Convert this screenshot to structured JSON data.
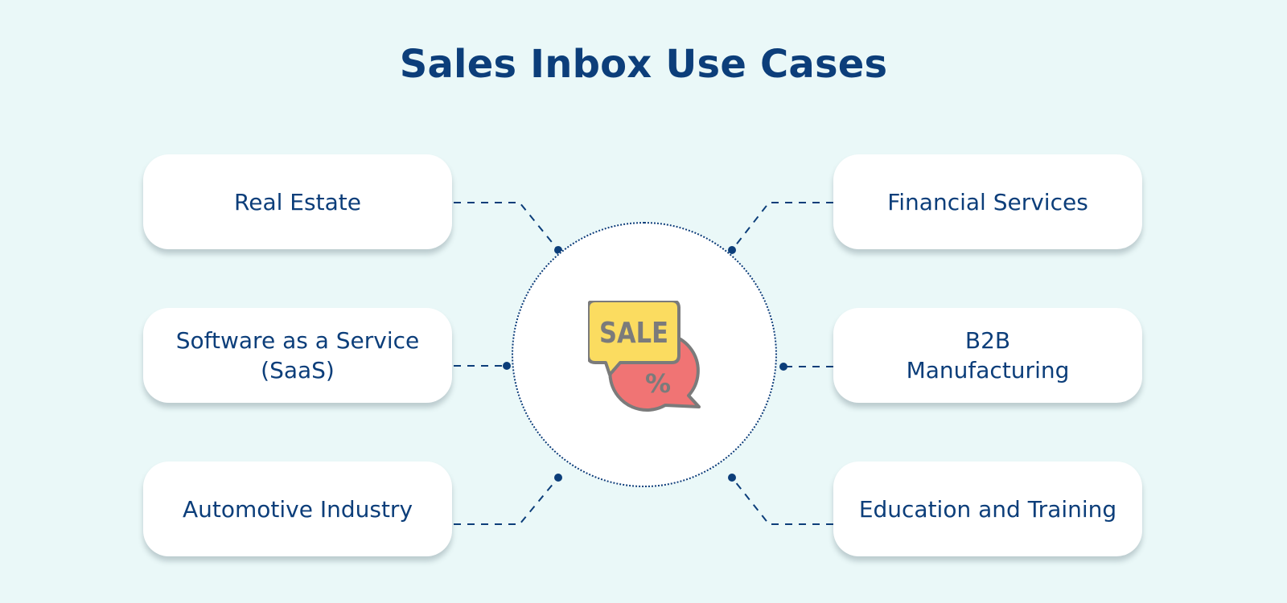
{
  "title": "Sales Inbox Use Cases",
  "center": {
    "icon": "sale-percent-speech-bubbles-icon",
    "sale_text": "SALE",
    "percent_text": "%"
  },
  "use_cases": {
    "left": [
      {
        "label": "Real Estate"
      },
      {
        "label": "Software as a Service\n(SaaS)"
      },
      {
        "label": "Automotive Industry"
      }
    ],
    "right": [
      {
        "label": "Financial Services"
      },
      {
        "label": "B2B\nManufacturing"
      },
      {
        "label": "Education and Training"
      }
    ]
  },
  "colors": {
    "background": "#eaf8f8",
    "text": "#0c3e7a",
    "card": "#ffffff",
    "sale_bubble": "#fbdc60",
    "percent_bubble": "#f07474",
    "icon_outline": "#7b7b7b"
  }
}
